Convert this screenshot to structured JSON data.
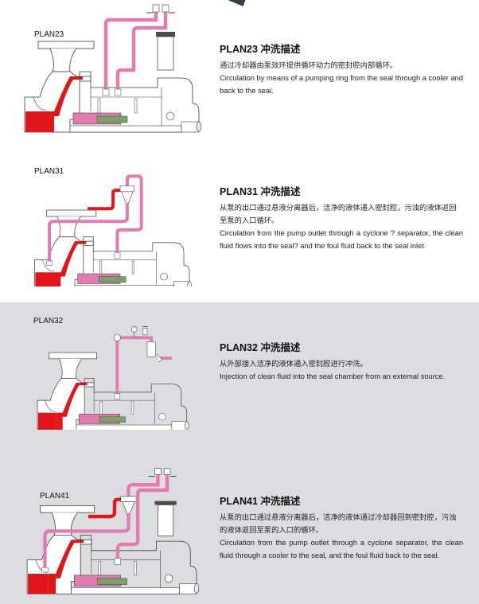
{
  "colors": {
    "flush_pipe": "#e47bb0",
    "hot_fluid": "#e0161b",
    "outline": "#3a3a3a",
    "gray_band": "#dcdde0",
    "corner_accent": "#2f3f4a"
  },
  "plans": [
    {
      "diagram_label": "PLAN23",
      "title": "PLAN23 冲洗描述",
      "description_cn": "通过冷却器由泵效环提供循环动力的密封腔内部循环。",
      "description_en": "Circulation by means of  a  pumping ring from the seal through a cooler and back to the seal."
    },
    {
      "diagram_label": "PLAN31",
      "title": "PLAN31 冲洗描述",
      "description_cn": "从泵的出口通过悬液分离器后，洁净的液体通入密封腔，污浊的液体返回至泵的入口循环。",
      "description_en": "Circulation from the pump outlet  through a cyclone ? separator, the clean fluid flows into the seal? and the foul  fluid back to the seal inlet."
    },
    {
      "diagram_label": "PLAN32",
      "title": "PLAN32 冲洗描述",
      "description_cn": "从外部接入洁净的液体通入密封腔进行冲洗。",
      "description_en": "Injection of clean fluid into the seal chamber from an extemal source."
    },
    {
      "diagram_label": "PLAN41",
      "title": "PLAN41 冲洗描述",
      "description_cn": "从泵的出口通过悬液分离器后，洁净的液体通过冷却器回到密封腔，污浊的液体返回至泵的入口的循环。",
      "description_en": "Circulation from the pump outlet  through a cyclone  separator, the clean fluid through a cooler to the seal, and the foul fluid back to the seal."
    }
  ]
}
